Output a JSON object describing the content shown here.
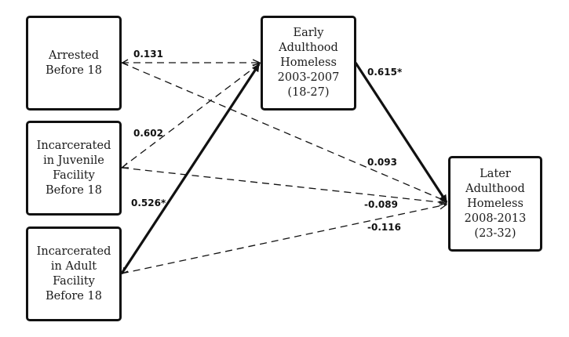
{
  "nodes": {
    "arrested": {
      "label": "Arrested\nBefore 18"
    },
    "juvenile": {
      "label": "Incarcerated\nin Juvenile\nFacility\nBefore 18"
    },
    "adult": {
      "label": "Incarcerated\nin Adult\nFacility\nBefore 18"
    },
    "early": {
      "label": "Early\nAdulthood\nHomeless\n2003-2007\n(18-27)"
    },
    "later": {
      "label": "Later\nAdulthood\nHomeless\n2008-2013\n(23-32)"
    }
  },
  "paths": [
    {
      "id": "arrested-to-early",
      "from": "arrested",
      "to": "early",
      "coefficient": "0.131",
      "significant": false
    },
    {
      "id": "juvenile-to-early",
      "from": "juvenile",
      "to": "early",
      "coefficient": "0.602",
      "significant": false
    },
    {
      "id": "adult-to-early",
      "from": "adult",
      "to": "early",
      "coefficient": "0.526*",
      "significant": true
    },
    {
      "id": "early-to-later",
      "from": "early",
      "to": "later",
      "coefficient": "0.615*",
      "significant": true
    },
    {
      "id": "arrested-to-later",
      "from": "arrested",
      "to": "later",
      "coefficient": "0.093",
      "significant": false
    },
    {
      "id": "juvenile-to-later",
      "from": "juvenile",
      "to": "later",
      "coefficient": "-0.089",
      "significant": false
    },
    {
      "id": "adult-to-later",
      "from": "adult",
      "to": "later",
      "coefficient": "-0.116",
      "significant": false
    }
  ],
  "colors": {
    "line": "#111111",
    "text": "#1a1a1a"
  }
}
